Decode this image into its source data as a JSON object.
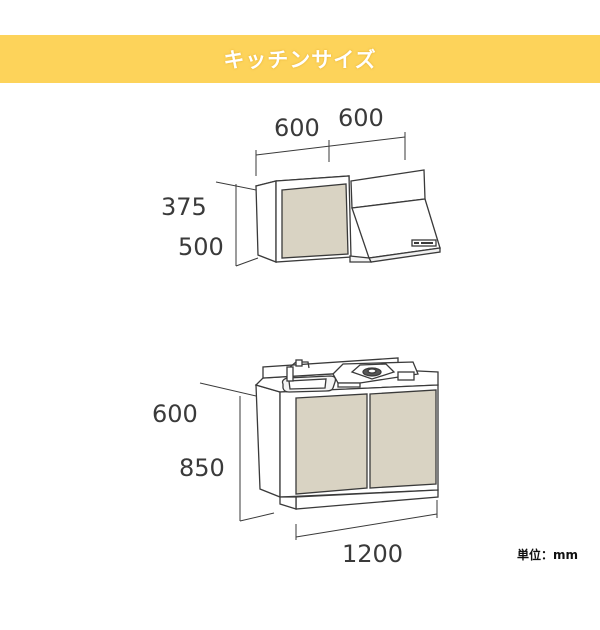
{
  "header": {
    "title": "キッチンサイズ"
  },
  "upper_unit": {
    "width_left": "600",
    "width_right": "600",
    "depth": "375",
    "height": "500"
  },
  "base_unit": {
    "depth": "600",
    "height": "850",
    "width": "1200"
  },
  "unit_label": "単位：mm",
  "colors": {
    "banner": "#fdd35a",
    "door": "#d9d3c3",
    "line": "#3a3a3a"
  }
}
